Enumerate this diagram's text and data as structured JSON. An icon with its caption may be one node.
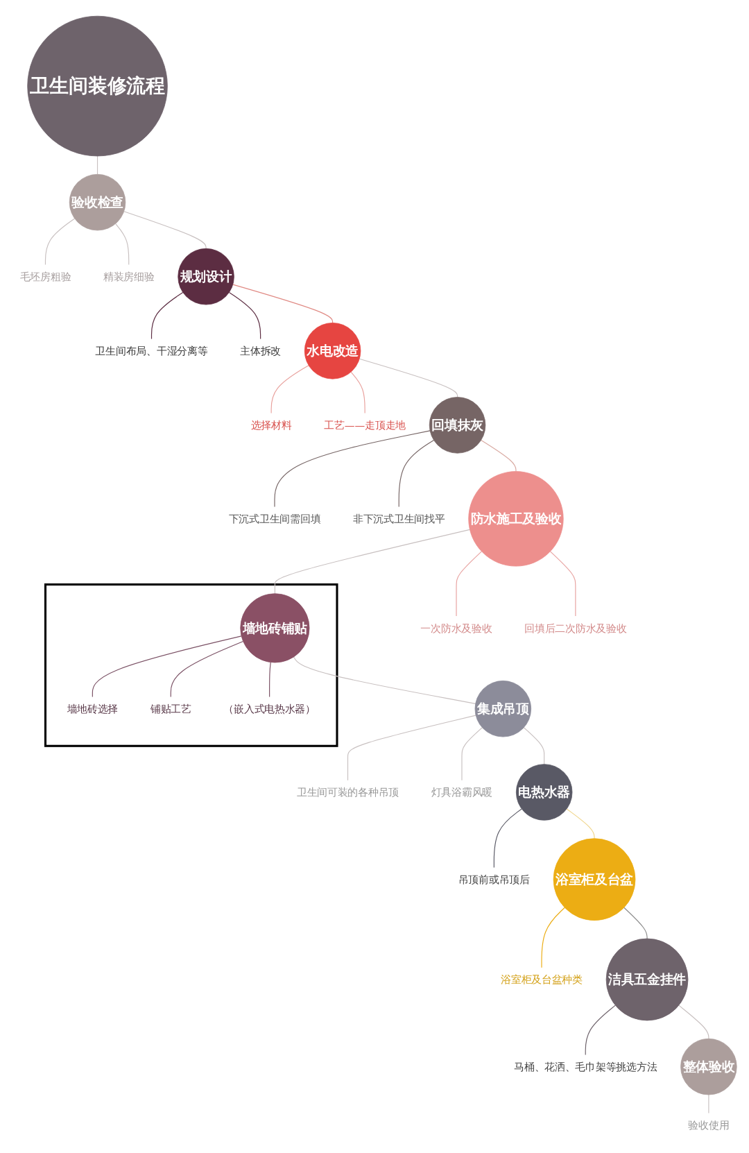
{
  "diagram": {
    "nodes": [
      {
        "text": [
          "卫生间装修流程"
        ]
      },
      {
        "text": [
          "验收检查"
        ]
      },
      {
        "text": [
          "毛坯房粗验"
        ]
      },
      {
        "text": [
          "精装房细验"
        ]
      },
      {
        "text": [
          "规划设计"
        ]
      },
      {
        "text": [
          "卫生间布局、干湿分离等"
        ]
      },
      {
        "text": [
          "主体拆改"
        ]
      },
      {
        "text": [
          "水电改造"
        ]
      },
      {
        "text": [
          "选择材料"
        ]
      },
      {
        "text": [
          "工艺——走顶走地"
        ]
      },
      {
        "text": [
          "回填抹灰"
        ]
      },
      {
        "text": [
          "下沉式卫生间需回填"
        ]
      },
      {
        "text": [
          "非下沉式卫生间找平"
        ]
      },
      {
        "text": [
          "防水施工及验收"
        ]
      },
      {
        "text": [
          "一次防水及验收"
        ]
      },
      {
        "text": [
          "回填后二次防水及验收"
        ]
      },
      {
        "text": [],
        "shape": "box"
      },
      {
        "text": [
          "墙地砖铺贴"
        ],
        "in": 16
      },
      {
        "text": [
          "墙地砖选择"
        ],
        "in": 16
      },
      {
        "text": [
          "铺贴工艺"
        ],
        "in": 16
      },
      {
        "text": [
          "（嵌入式电热水器）"
        ],
        "in": 16
      },
      {
        "text": [
          "集成吊顶"
        ]
      },
      {
        "text": [
          "卫生间可装的各种吊顶"
        ]
      },
      {
        "text": [
          "灯具浴霸风暖"
        ]
      },
      {
        "text": [
          "电热水器"
        ]
      },
      {
        "text": [
          "吊顶前或吊顶后"
        ]
      },
      {
        "text": [
          "浴室柜及台盆"
        ]
      },
      {
        "text": [
          "浴室柜及台盆种类"
        ]
      },
      {
        "text": [
          "洁具五金挂件"
        ]
      },
      {
        "text": [
          "马桶、花洒、毛巾架等挑选方法"
        ]
      },
      {
        "text": [
          "整体验收"
        ]
      },
      {
        "text": [
          "验收使用"
        ]
      }
    ],
    "edges": [
      {
        "from": 0,
        "to": 1,
        "arrow": "none"
      },
      {
        "from": 1,
        "to": 2,
        "arrow": "none"
      },
      {
        "from": 1,
        "to": 3,
        "arrow": "none"
      },
      {
        "from": 1,
        "to": 4,
        "arrow": "none"
      },
      {
        "from": 4,
        "to": 5,
        "arrow": "none",
        "color": "#5c2d42"
      },
      {
        "from": 4,
        "to": 6,
        "arrow": "none",
        "color": "#5c2d42"
      },
      {
        "from": 4,
        "to": 7,
        "arrow": "none",
        "color": "#e08a84"
      },
      {
        "from": 7,
        "to": 8,
        "arrow": "none",
        "color": "#e9a29e"
      },
      {
        "from": 7,
        "to": 9,
        "arrow": "none",
        "color": "#e9a29e"
      },
      {
        "from": 7,
        "to": 10,
        "arrow": "none"
      },
      {
        "from": 10,
        "to": 11,
        "arrow": "none",
        "color": "#766565"
      },
      {
        "from": 10,
        "to": 12,
        "arrow": "none",
        "color": "#766565"
      },
      {
        "from": 10,
        "to": 13,
        "arrow": "none",
        "color": "#d9aaa2"
      },
      {
        "from": 13,
        "to": 14,
        "arrow": "none",
        "color": "#e8a3a1"
      },
      {
        "from": 13,
        "to": 15,
        "arrow": "none",
        "color": "#e8a3a1"
      },
      {
        "from": 13,
        "to": 17,
        "arrow": "none"
      },
      {
        "from": 17,
        "to": 18,
        "arrow": "none",
        "color": "#7a5064"
      },
      {
        "from": 17,
        "to": 19,
        "arrow": "none",
        "color": "#7a5064"
      },
      {
        "from": 17,
        "to": 20,
        "arrow": "none",
        "color": "#7a5064"
      },
      {
        "from": 17,
        "to": 21,
        "arrow": "none"
      },
      {
        "from": 21,
        "to": 22,
        "arrow": "none"
      },
      {
        "from": 21,
        "to": 23,
        "arrow": "none"
      },
      {
        "from": 21,
        "to": 24,
        "arrow": "none"
      },
      {
        "from": 24,
        "to": 25,
        "arrow": "none",
        "color": "#595965"
      },
      {
        "from": 24,
        "to": 26,
        "arrow": "none",
        "color": "#f0d58a"
      },
      {
        "from": 26,
        "to": 27,
        "arrow": "none",
        "color": "#ecad14"
      },
      {
        "from": 26,
        "to": 28,
        "arrow": "none",
        "color": "#8a8a8a"
      },
      {
        "from": 28,
        "to": 29,
        "arrow": "none",
        "color": "#6e636b"
      },
      {
        "from": 28,
        "to": 30,
        "arrow": "none"
      },
      {
        "from": 30,
        "to": 31,
        "arrow": "none"
      }
    ]
  }
}
